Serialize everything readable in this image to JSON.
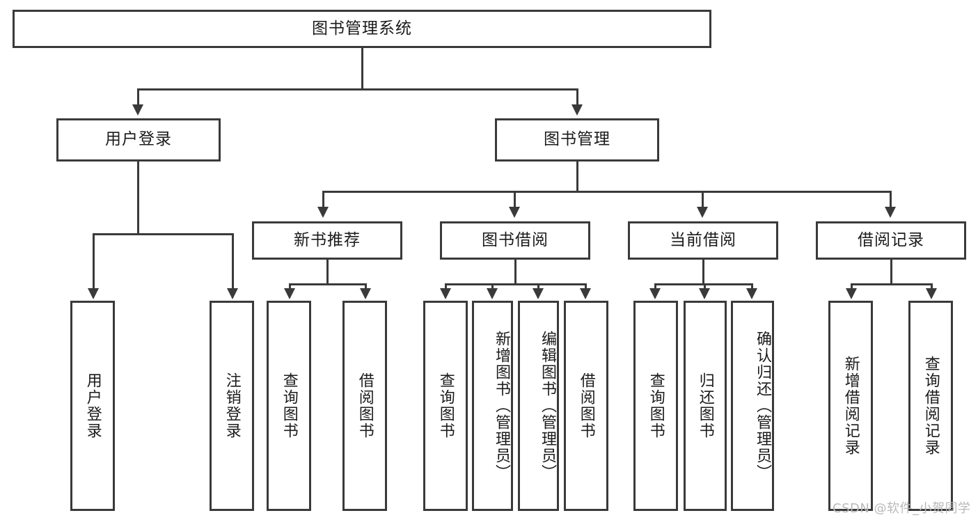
{
  "diagram": {
    "type": "hierarchy-tree",
    "title": "图书管理系统",
    "watermark": "CSDN @软件_小贺同学",
    "colors": {
      "stroke": "#3a3a3a",
      "fill": "#ffffff",
      "text": "#1b1b1b",
      "watermark": "#b9b9b9"
    },
    "nodes": {
      "root": {
        "label": "图书管理系统"
      },
      "level2": [
        {
          "label": "用户登录"
        },
        {
          "label": "图书管理"
        }
      ],
      "level3": [
        {
          "label": "新书推荐"
        },
        {
          "label": "图书借阅"
        },
        {
          "label": "当前借阅"
        },
        {
          "label": "借阅记录"
        }
      ],
      "leaves_user_login": [
        {
          "label": "用户登录"
        },
        {
          "label": "注销登录"
        }
      ],
      "leaves_new_book": [
        {
          "label": "查询图书"
        },
        {
          "label": "借阅图书"
        }
      ],
      "leaves_borrow": [
        {
          "label": "查询图书"
        },
        {
          "label": "新增图书（管理员）"
        },
        {
          "label": "编辑图书（管理员）"
        },
        {
          "label": "借阅图书"
        }
      ],
      "leaves_current": [
        {
          "label": "查询图书"
        },
        {
          "label": "归还图书"
        },
        {
          "label": "确认归还（管理员）"
        }
      ],
      "leaves_record": [
        {
          "label": "新增借阅记录"
        },
        {
          "label": "查询借阅记录"
        }
      ]
    }
  }
}
